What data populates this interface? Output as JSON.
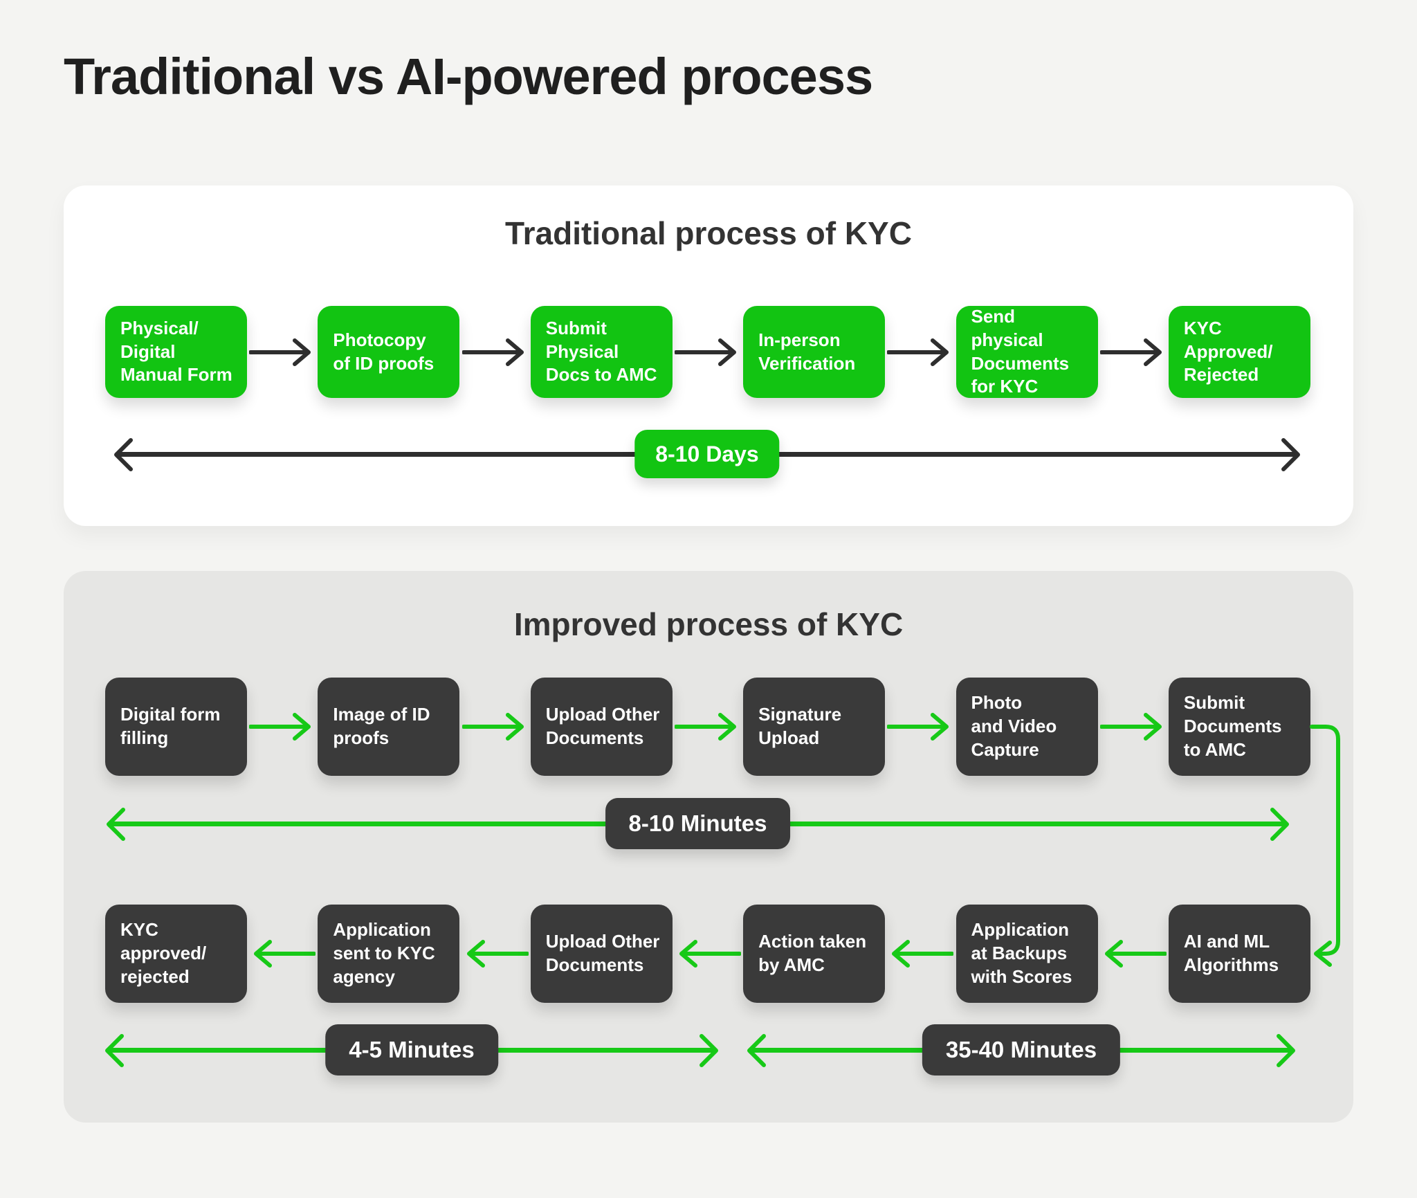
{
  "page": {
    "title": "Traditional vs AI-powered process"
  },
  "colors": {
    "green": "#12C412",
    "green_arrow": "#17C917",
    "dark_box": "#3A3A3A",
    "dark_arrow": "#2E2E2E",
    "page_bg": "#F4F4F2",
    "card_white": "#FFFFFF",
    "card_gray": "#E6E6E4"
  },
  "traditional": {
    "title": "Traditional process of KYC",
    "steps": [
      "Physical/\nDigital\nManual Form",
      "Photocopy\nof ID proofs",
      "Submit\nPhysical\nDocs to AMC",
      "In-person\nVerification",
      "Send physical\nDocuments\nfor KYC",
      "KYC\nApproved/\nRejected"
    ],
    "duration": "8-10 Days"
  },
  "improved": {
    "title": "Improved process of KYC",
    "row1_steps": [
      "Digital form\nfilling",
      "Image of ID\nproofs",
      "Upload Other\nDocuments",
      "Signature\nUpload",
      "Photo\nand Video\nCapture",
      "Submit\nDocuments\nto AMC"
    ],
    "row1_duration": "8-10 Minutes",
    "row2_steps": [
      "KYC\napproved/\nrejected",
      "Application\nsent to KYC\nagency",
      "Upload Other\nDocuments",
      "Action taken\nby AMC",
      "Application\nat Backups\nwith Scores",
      "AI and ML\nAlgorithms"
    ],
    "row2_duration_left": "4-5 Minutes",
    "row2_duration_right": "35-40 Minutes"
  }
}
